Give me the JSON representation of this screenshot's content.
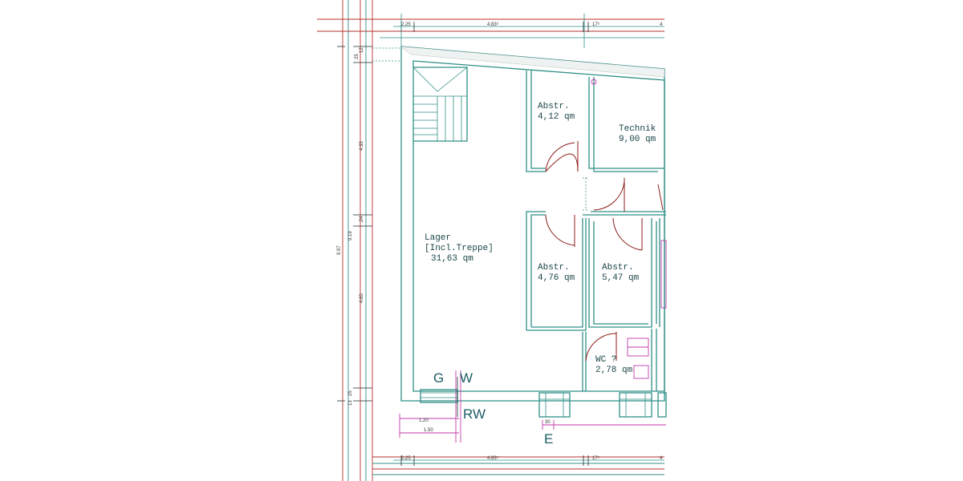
{
  "rooms": {
    "lager": {
      "name": "Lager",
      "sub": "[Incl.Treppe]",
      "area": "31,63 qm"
    },
    "abstr1": {
      "name": "Abstr.",
      "area": "4,12 qm"
    },
    "technik": {
      "name": "Technik",
      "area": "9,00 qm"
    },
    "abstr2": {
      "name": "Abstr.",
      "area": "4,76 qm"
    },
    "abstr3": {
      "name": "Abstr.",
      "area": "5,47 qm"
    },
    "wc": {
      "name": "WC ?",
      "area": "2,78 qm"
    }
  },
  "markers": {
    "g": "G",
    "w": "W",
    "rw": "RW",
    "e": "E"
  },
  "dimensions": {
    "top": {
      "a": "2,25",
      "b": "4.83⁵",
      "c": "17⁵",
      "d": "4"
    },
    "bottom": {
      "a": "2,25",
      "b": "4.83⁵",
      "c": "17⁵",
      "d": "4"
    },
    "left": {
      "total": "9.97",
      "sub": "9.19",
      "seg1": "4.35",
      "seg2": "4.60",
      "seg3": ",24",
      "top1": "25",
      "top2": "12",
      "bot1": "13",
      "bot2": "25"
    },
    "small": {
      "d120": "1.20",
      "d150": "1.50",
      "d30": "30"
    }
  },
  "colors": {
    "wall": "#2f8f88",
    "axis": "#b5322c",
    "magenta": "#c23ba8",
    "text": "#1c4548"
  }
}
